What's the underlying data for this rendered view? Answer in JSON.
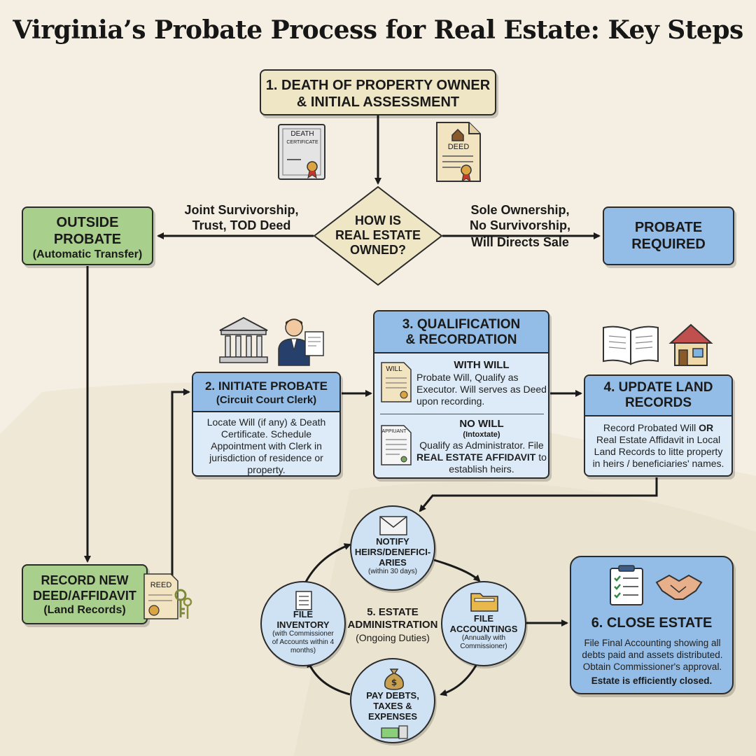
{
  "title": "Virginia’s Probate Process for Real Estate: Key Steps",
  "step1": {
    "line1": "1. DEATH OF PROPERTY OWNER",
    "line2": "& INITIAL ASSESSMENT"
  },
  "doc_icons": {
    "death_line1": "DEATH",
    "death_line2": "CERTIFICATE",
    "deed": "DEED"
  },
  "decision": {
    "line1": "HOW IS",
    "line2": "REAL ESTATE",
    "line3": "OWNED?"
  },
  "left_branch": {
    "line1": "Joint Survivorship,",
    "line2": "Trust, TOD Deed"
  },
  "right_branch": {
    "line1": "Sole Ownership,",
    "line2": "No Survivorship,",
    "line3": "Will Directs Sale"
  },
  "outside_probate": {
    "line1": "OUTSIDE",
    "line2": "PROBATE",
    "line3": "(Automatic Transfer)"
  },
  "probate_required": {
    "line1": "PROBATE",
    "line2": "REQUIRED"
  },
  "record_deed": {
    "line1": "RECORD NEW",
    "line2": "DEED/AFFIDAVIT",
    "line3": "(Land Records)",
    "icon_label": "REED"
  },
  "step2": {
    "title": "2. INITIATE PROBATE",
    "subtitle": "(Circuit Court Clerk)",
    "body": "Locate Will (if any) & Death Certificate. Schedule Appointment with Clerk in jurisdiction of residence or property."
  },
  "step3": {
    "title_line1": "3. QUALIFICATION",
    "title_line2": "& RECORDATION",
    "with_will_title": "WITH WILL",
    "with_will_body": "Probate Will, Qualify as Executor. Will serves as Deed upon recording.",
    "will_icon_label": "WILL",
    "no_will_title": "NO WILL",
    "no_will_sub": "(Intoxtate)",
    "no_will_body_pre": "Qualify as Administrator. File ",
    "no_will_body_bold": "REAL ESTATE AFFIDAVIT",
    "no_will_body_post": " to establish heirs.",
    "affidavit_icon_label": "APPIUANT"
  },
  "step4": {
    "title_line1": "4. UPDATE LAND",
    "title_line2": "RECORDS",
    "body_pre": "Record Probated Will ",
    "body_bold": "OR",
    "body_post": " Real Estate Affidavit in Local Land Records to litte property in heirs / beneficiaries' names."
  },
  "step5": {
    "center_line1": "5. ESTATE",
    "center_line2": "ADMINISTRATION",
    "center_line3": "(Ongoing Duties)",
    "notify": {
      "l1": "NOTIFY",
      "l2": "HEIRS/DENEFICI-",
      "l3": "ARIES",
      "sub": "(within 30 days)"
    },
    "accountings": {
      "l1": "FILE",
      "l2": "ACCOUNTINGS",
      "sub": "(Annually with Commissioner)"
    },
    "pay": {
      "l1": "PAY DEBTS,",
      "l2": "TAXES &",
      "l3": "EXPENSES"
    },
    "inventory": {
      "l1": "FILE",
      "l2": "INVENTORY",
      "sub": "(with Commissioner of Accounts within 4 months)"
    }
  },
  "step6": {
    "title": "6. CLOSE ESTATE",
    "body": "File Final Accounting showing all debts paid and assets distributed. Obtain Commissioner's approval.",
    "closing": "Estate is efficiently closed."
  },
  "colors": {
    "background": "#f4efe2",
    "beige_box": "#efe6c6",
    "green_box": "#a9cf8c",
    "blue_box": "#93bde6",
    "light_blue_panel": "#dcebf7",
    "circle_fill": "#cfe2f3",
    "arrow": "#1a1a1a"
  }
}
